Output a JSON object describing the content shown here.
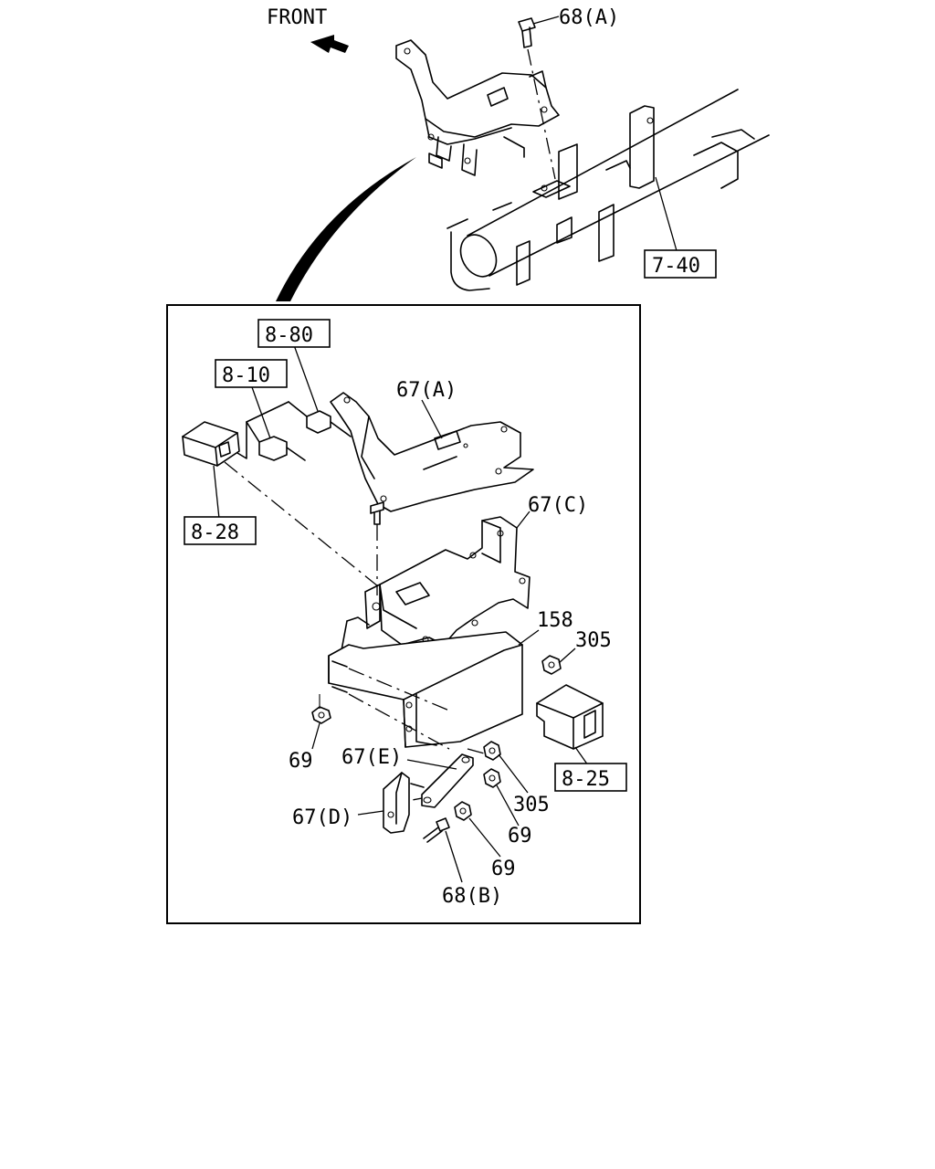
{
  "header": {
    "front_label": "FRONT"
  },
  "callouts": {
    "c68a_top": "68(A)",
    "c7_40": "7-40",
    "c8_80": "8-80",
    "c8_10": "8-10",
    "c67a": "67(A)",
    "c8_28": "8-28",
    "c67c": "67(C)",
    "c158": "158",
    "c305_top": "305",
    "c8_25": "8-25",
    "c69_left": "69",
    "c67e": "67(E)",
    "c305_low": "305",
    "c67d": "67(D)",
    "c69_mid": "69",
    "c69_low": "69",
    "c68b": "68(B)"
  }
}
